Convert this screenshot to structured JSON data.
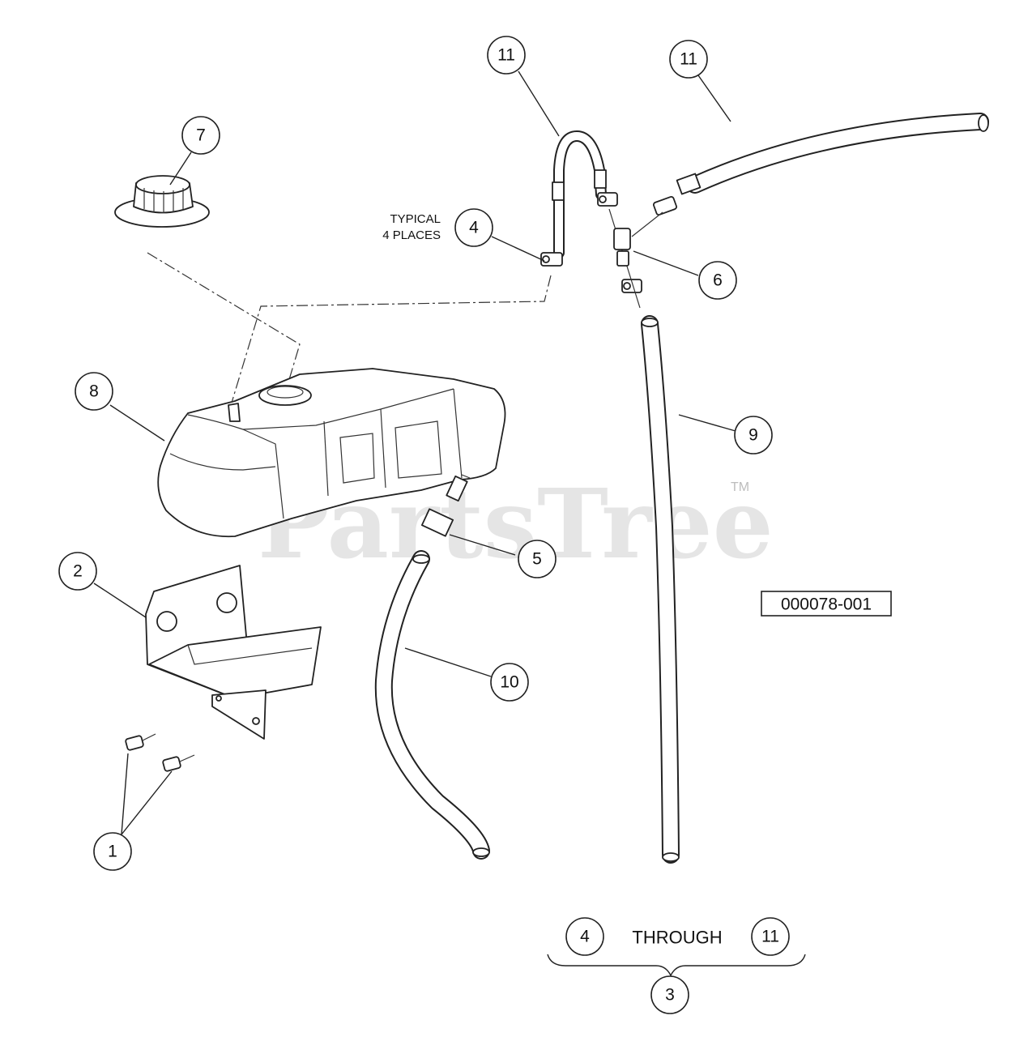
{
  "diagram": {
    "note_line1": "TYPICAL",
    "note_line2": "4 PLACES",
    "reference_number": "000078-001",
    "through_label": "THROUGH",
    "watermark": "PartsTree",
    "trademark": "TM"
  },
  "callouts": {
    "c1": "1",
    "c2": "2",
    "c3": "3",
    "c4_note": "4",
    "c4_range": "4",
    "c5": "5",
    "c6": "6",
    "c7": "7",
    "c8": "8",
    "c9": "9",
    "c10": "10",
    "c11_left": "11",
    "c11_right": "11",
    "c11_range": "11"
  },
  "parts": [
    {
      "number": "1",
      "name": "bolts"
    },
    {
      "number": "2",
      "name": "bracket"
    },
    {
      "number": "3",
      "name": "hose kit (4 through 11)"
    },
    {
      "number": "4",
      "name": "clamps"
    },
    {
      "number": "5",
      "name": "filter"
    },
    {
      "number": "6",
      "name": "tee fitting"
    },
    {
      "number": "7",
      "name": "cap"
    },
    {
      "number": "8",
      "name": "fuel tank"
    },
    {
      "number": "9",
      "name": "hose"
    },
    {
      "number": "10",
      "name": "hose"
    },
    {
      "number": "11",
      "name": "hose"
    }
  ]
}
